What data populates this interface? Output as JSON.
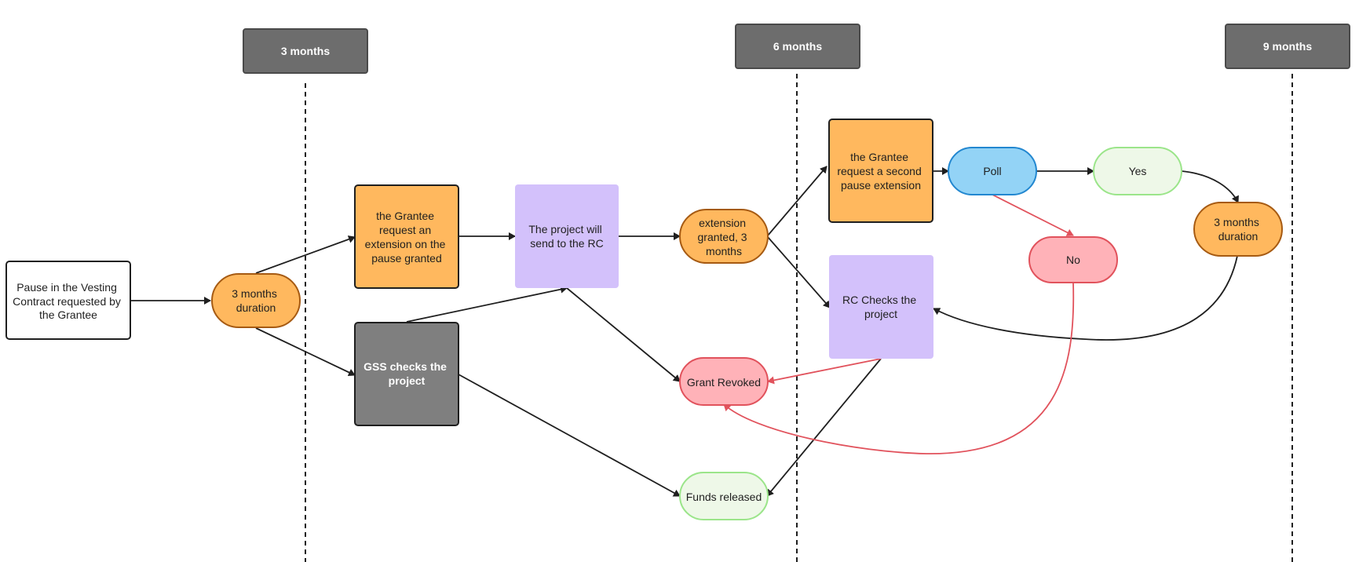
{
  "colors": {
    "orange_fill": "#FFB85E",
    "orange_stroke": "#A65A12",
    "purple_fill": "#D3C1FB",
    "gray_fill": "#7F7F7F",
    "header_fill": "#6D6D6D",
    "red_fill": "#FFB2B8",
    "red_stroke": "#E1525C",
    "green_fill": "#EEF8E8",
    "green_stroke": "#9BE58A",
    "blue_fill": "#93D3F6",
    "blue_stroke": "#2287D0",
    "red_edge": "#E1525C",
    "black_edge": "#1f1f1f"
  },
  "timeline": {
    "m3": "3 months",
    "m6": "6 months",
    "m9": "9 months"
  },
  "nodes": {
    "pause_request": [
      "Pause in the Vesting",
      "Contract requested by",
      "the Grantee"
    ],
    "duration_1": [
      "3 months",
      "duration"
    ],
    "extension_request": [
      "the Grantee",
      "request an",
      "extension on the",
      "pause granted"
    ],
    "gss_check": [
      "GSS checks the",
      "project"
    ],
    "send_rc": [
      "The project will",
      "send to the RC"
    ],
    "extension_granted": [
      "extension",
      "granted, 3",
      "months"
    ],
    "grant_revoked": [
      "Grant Revoked"
    ],
    "funds_released": [
      "Funds released"
    ],
    "second_request": [
      "the Grantee",
      "request a second",
      "pause extension"
    ],
    "rc_check": [
      "RC Checks the",
      "project"
    ],
    "poll": [
      "Poll"
    ],
    "no": [
      "No"
    ],
    "yes": [
      "Yes"
    ],
    "duration_2": [
      "3 months",
      "duration"
    ]
  },
  "icons": {
    "arrowhead": "arrowhead-icon"
  }
}
